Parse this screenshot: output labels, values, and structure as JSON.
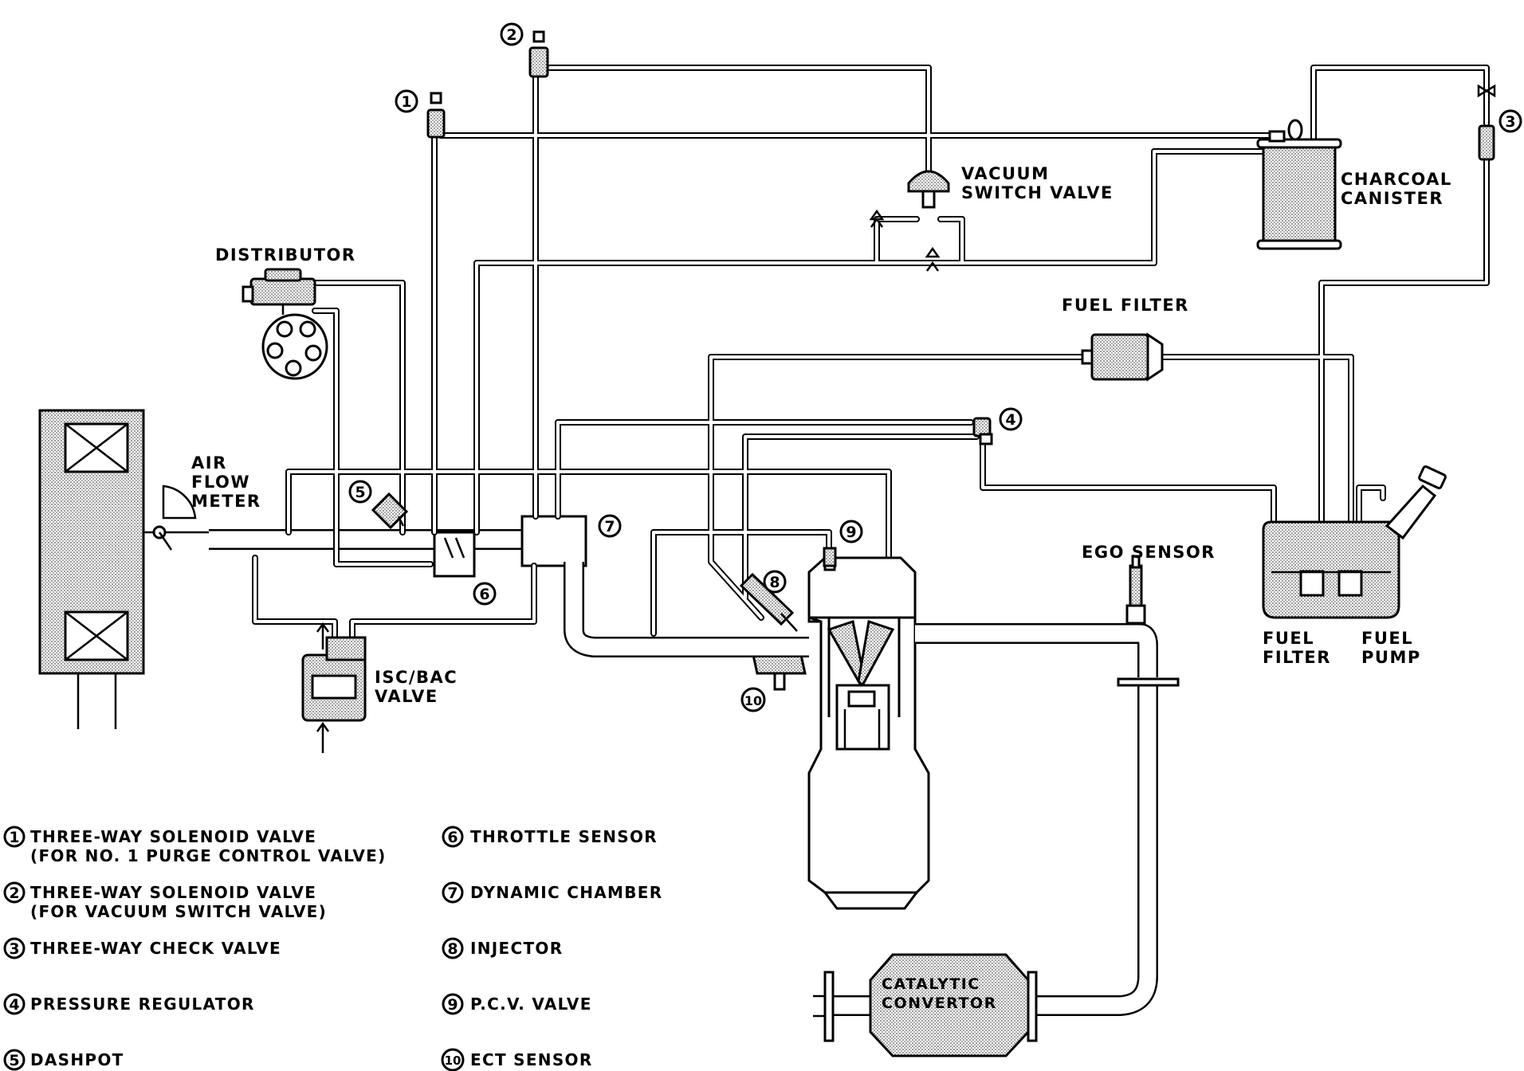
{
  "labels": {
    "distributor": "DISTRIBUTOR",
    "air_flow_meter": [
      "AIR",
      "FLOW",
      "METER"
    ],
    "vacuum_switch_valve": [
      "VACUUM",
      "SWITCH VALVE"
    ],
    "charcoal_canister": [
      "CHARCOAL",
      "CANISTER"
    ],
    "fuel_filter_top": "FUEL FILTER",
    "ego_sensor": "EGO SENSOR",
    "fuel_filter_tank": [
      "FUEL",
      "FILTER"
    ],
    "fuel_pump": [
      "FUEL",
      "PUMP"
    ],
    "isc_bac_valve": [
      "ISC/BAC",
      "VALVE"
    ],
    "catalytic_convertor": [
      "CATALYTIC",
      "CONVERTOR"
    ]
  },
  "callouts": [
    "1",
    "2",
    "3",
    "4",
    "5",
    "6",
    "7",
    "8",
    "9",
    "10"
  ],
  "legend": [
    {
      "num": "1",
      "lines": [
        "THREE-WAY SOLENOID VALVE",
        "(FOR NO. 1 PURGE CONTROL VALVE)"
      ]
    },
    {
      "num": "2",
      "lines": [
        "THREE-WAY SOLENOID VALVE",
        "(FOR VACUUM SWITCH VALVE)"
      ]
    },
    {
      "num": "3",
      "lines": [
        "THREE-WAY CHECK VALVE"
      ]
    },
    {
      "num": "4",
      "lines": [
        "PRESSURE REGULATOR"
      ]
    },
    {
      "num": "5",
      "lines": [
        "DASHPOT"
      ]
    },
    {
      "num": "6",
      "lines": [
        "THROTTLE SENSOR"
      ]
    },
    {
      "num": "7",
      "lines": [
        "DYNAMIC CHAMBER"
      ]
    },
    {
      "num": "8",
      "lines": [
        "INJECTOR"
      ]
    },
    {
      "num": "9",
      "lines": [
        "P.C.V. VALVE"
      ]
    },
    {
      "num": "10",
      "lines": [
        "ECT SENSOR"
      ]
    }
  ]
}
